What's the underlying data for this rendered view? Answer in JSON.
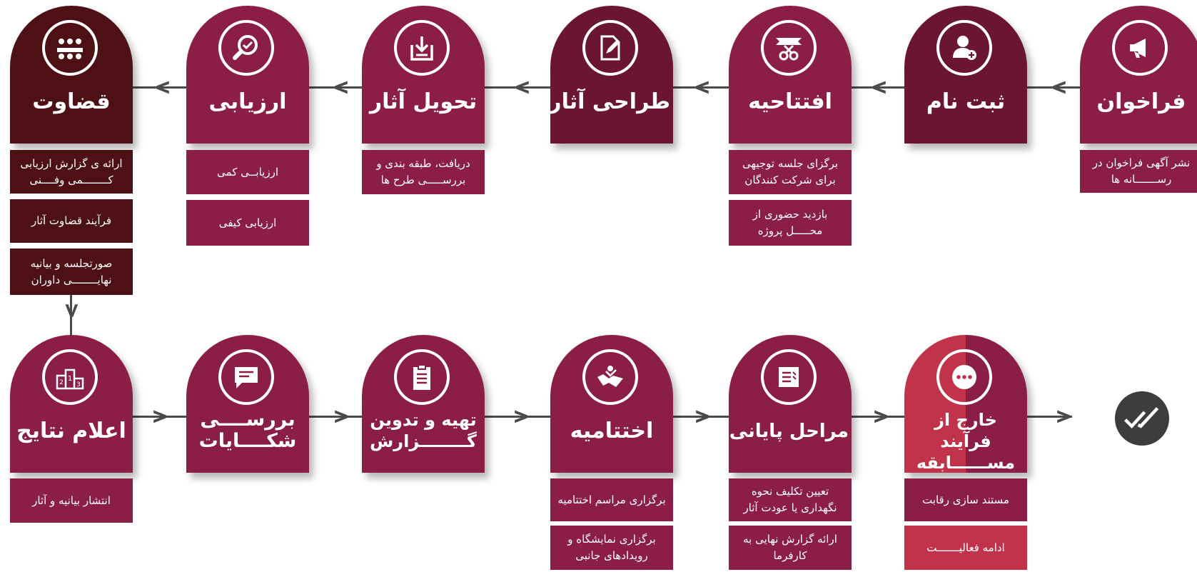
{
  "stages_top": [
    {
      "title": "فراخوان",
      "icon": "megaphone-icon",
      "subs": [
        "نشر آگهی فراخوان در رســـــــانه ها"
      ]
    },
    {
      "title": "ثبت نام",
      "icon": "user-add-icon",
      "subs": []
    },
    {
      "title": "افتتاحیه",
      "icon": "ribbon-cutting-icon",
      "subs": [
        "برگزای جلسه توجیهی برای شرکت کنندگان",
        "بازدید حضوری از محـــــل پروژه"
      ]
    },
    {
      "title": "طراحی آثار",
      "icon": "design-edit-icon",
      "subs": []
    },
    {
      "title": "تحویل آثار",
      "icon": "delivery-download-icon",
      "subs": [
        "دریافت، طبقه بندی و بررســـــی طرح ها"
      ]
    },
    {
      "title": "ارزیابی",
      "icon": "evaluation-search-icon",
      "subs": [
        "ارزیابــی کمی",
        "ارزیابی کیفی"
      ]
    },
    {
      "title": "قضاوت",
      "icon": "jury-panel-icon",
      "subs": [
        "ارائه ی گزارش ارزیابی کــــــــمی وفــــنی",
        "فرآیند قضاوت آثار",
        "صورتجلسه و بیانیه نهایــــــــی داوران"
      ]
    }
  ],
  "stages_bottom": [
    {
      "title": "اعلام نتایج",
      "icon": "podium-icon",
      "subs": [
        "انتشار بیانیه و آثار"
      ]
    },
    {
      "title": "بررســــی شکــــایات",
      "icon": "chat-message-icon",
      "subs": []
    },
    {
      "title": "تهیه و تدوین گــــــــزارش",
      "icon": "clipboard-report-icon",
      "subs": []
    },
    {
      "title": "اختتامیه",
      "icon": "handshake-icon",
      "subs": [
        "برگزاری مراسم اختتامیه",
        "برگزاری نمایشگاه و رویدادهای جانبی"
      ]
    },
    {
      "title": "مراحل پایانی",
      "icon": "document-list-icon",
      "subs": [
        "تعیین تکلیف نحوه نگهداری یا عودت آثار",
        "ارائه گزارش نهایی به کارفرما"
      ]
    },
    {
      "title": "خارج از فرآیند مســــــابقه",
      "icon": "more-dots-icon",
      "subs": [
        "مستند سازی رقابت",
        "ادامه فعالیـــــــت"
      ]
    }
  ],
  "end_icon": "check-done-icon",
  "colors": {
    "crimson": "#8b1e47",
    "wine": "#6a1633",
    "maroon": "#4d1014",
    "red": "#c1334b",
    "connector": "#4a4a4a"
  }
}
